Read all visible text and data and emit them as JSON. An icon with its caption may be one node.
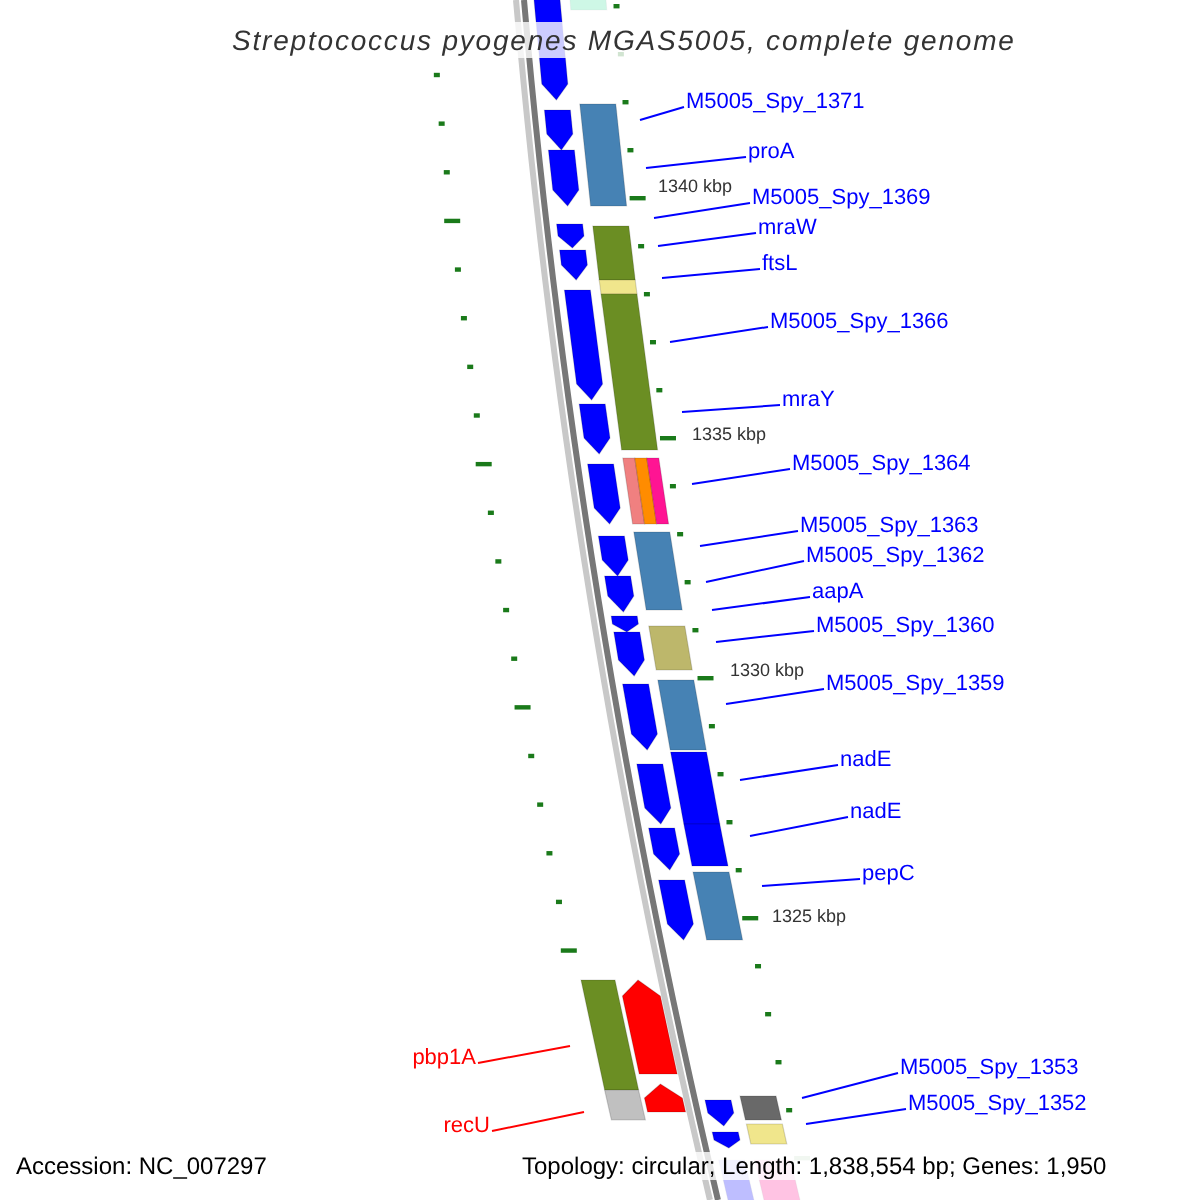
{
  "diagram": {
    "title": "Streptococcus pyogenes MGAS5005, complete genome",
    "nodes": [
      {
        "text": [
          "M5005_Spy_1371"
        ]
      },
      {
        "text": [
          "proA"
        ]
      },
      {
        "text": [
          "M5005_Spy_1369"
        ]
      },
      {
        "text": [
          "mraW"
        ]
      },
      {
        "text": [
          "ftsL"
        ]
      },
      {
        "text": [
          "M5005_Spy_1366"
        ]
      },
      {
        "text": [
          "mraY"
        ]
      },
      {
        "text": [
          "M5005_Spy_1364"
        ]
      },
      {
        "text": [
          "M5005_Spy_1363"
        ]
      },
      {
        "text": [
          "M5005_Spy_1362"
        ]
      },
      {
        "text": [
          "aapA"
        ]
      },
      {
        "text": [
          "M5005_Spy_1360"
        ]
      },
      {
        "text": [
          "M5005_Spy_1359"
        ]
      },
      {
        "text": [
          "nadE"
        ]
      },
      {
        "text": [
          "nadE"
        ]
      },
      {
        "text": [
          "pepC"
        ]
      },
      {
        "text": [
          "pbp1A"
        ]
      },
      {
        "text": [
          "M5005_Spy_1353"
        ]
      },
      {
        "text": [
          "M5005_Spy_1352"
        ]
      },
      {
        "text": [
          "recU"
        ]
      }
    ],
    "edges": [
      {
        "from": 0,
        "to": null,
        "arrow": "none"
      },
      {
        "from": 1,
        "to": null,
        "arrow": "none"
      },
      {
        "from": 2,
        "to": null,
        "arrow": "none"
      },
      {
        "from": 3,
        "to": null,
        "arrow": "none"
      },
      {
        "from": 4,
        "to": null,
        "arrow": "none"
      },
      {
        "from": 5,
        "to": null,
        "arrow": "none"
      },
      {
        "from": 6,
        "to": null,
        "arrow": "none"
      },
      {
        "from": 7,
        "to": null,
        "arrow": "none"
      },
      {
        "from": 8,
        "to": null,
        "arrow": "none"
      },
      {
        "from": 9,
        "to": null,
        "arrow": "none"
      },
      {
        "from": 10,
        "to": null,
        "arrow": "none"
      },
      {
        "from": 11,
        "to": null,
        "arrow": "none"
      },
      {
        "from": 12,
        "to": null,
        "arrow": "none"
      },
      {
        "from": 13,
        "to": null,
        "arrow": "none"
      },
      {
        "from": 14,
        "to": null,
        "arrow": "none"
      },
      {
        "from": 15,
        "to": null,
        "arrow": "none"
      },
      {
        "from": 16,
        "to": null,
        "arrow": "none",
        "color": "#ff0000"
      },
      {
        "from": 17,
        "to": null,
        "arrow": "none"
      },
      {
        "from": 18,
        "to": null,
        "arrow": "none"
      },
      {
        "from": 19,
        "to": null,
        "arrow": "none",
        "color": "#ff0000"
      }
    ],
    "labels": [
      "1340 kbp",
      "1335 kbp",
      "1330 kbp",
      "1325 kbp",
      "Accession: NC_007297",
      "Topology: circular; Length: 1,838,554 bp; Genes: 1,950"
    ]
  }
}
